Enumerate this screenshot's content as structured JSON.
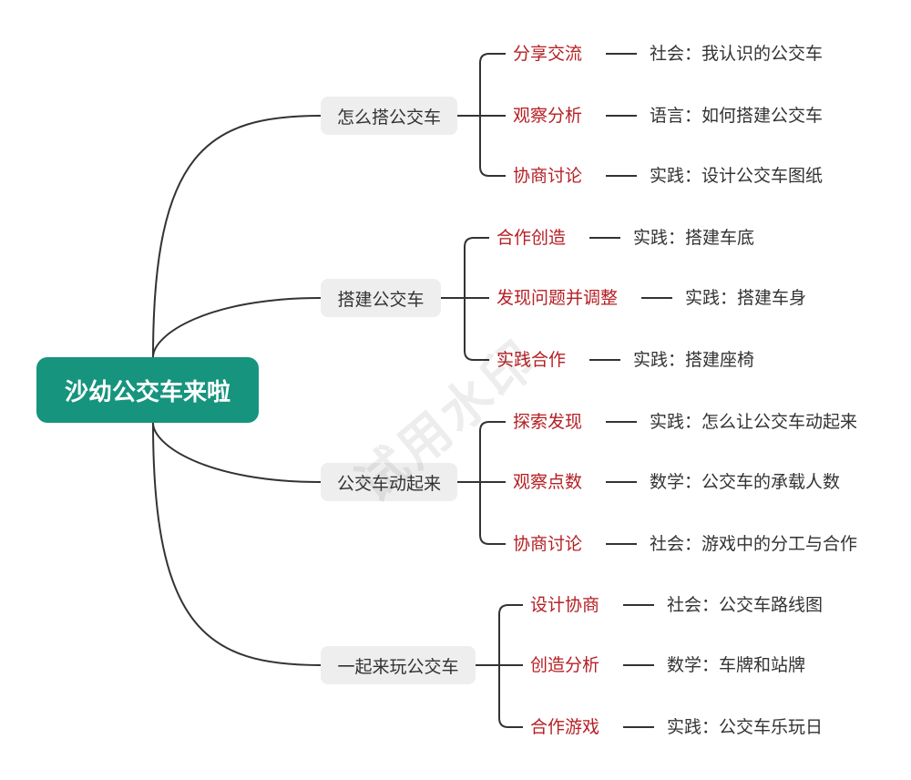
{
  "root": "沙幼公交车来啦",
  "watermark": "试用水印",
  "branches": [
    {
      "label": "怎么搭公交车",
      "children": [
        {
          "label": "分享交流",
          "leaf": "社会：我认识的公交车"
        },
        {
          "label": "观察分析",
          "leaf": "语言：如何搭建公交车"
        },
        {
          "label": "协商讨论",
          "leaf": "实践：设计公交车图纸"
        }
      ]
    },
    {
      "label": "搭建公交车",
      "children": [
        {
          "label": "合作创造",
          "leaf": "实践：搭建车底"
        },
        {
          "label": "发现问题并调整",
          "leaf": "实践：搭建车身"
        },
        {
          "label": "实践合作",
          "leaf": "实践：搭建座椅"
        }
      ]
    },
    {
      "label": "公交车动起来",
      "children": [
        {
          "label": "探索发现",
          "leaf": "实践：怎么让公交车动起来"
        },
        {
          "label": "观察点数",
          "leaf": "数学：公交车的承载人数"
        },
        {
          "label": "协商讨论",
          "leaf": "社会：游戏中的分工与合作"
        }
      ]
    },
    {
      "label": "一起来玩公交车",
      "children": [
        {
          "label": "设计协商",
          "leaf": "社会：公交车路线图"
        },
        {
          "label": "创造分析",
          "leaf": "数学：车牌和站牌"
        },
        {
          "label": "合作游戏",
          "leaf": "实践：公交车乐玩日"
        }
      ]
    }
  ],
  "colors": {
    "root_fill": "#16947e",
    "main_fill": "#eeeeee",
    "sub_text": "#b51f24",
    "line": "#333333"
  }
}
